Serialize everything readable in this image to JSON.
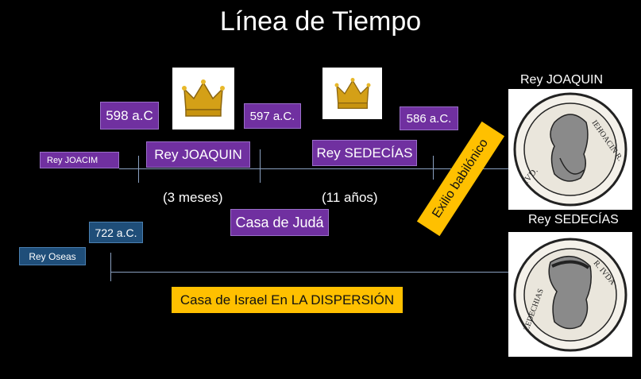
{
  "title": "Línea de Tiempo",
  "dates": {
    "d598": "598 a.C",
    "d597": "597 a.C.",
    "d586": "586 a.C.",
    "d722": "722 a.C."
  },
  "kings": {
    "joacim": "Rey JOACIM",
    "joaquin": "Rey JOAQUIN",
    "sedecias": "Rey SEDECÍAS",
    "oseas": "Rey  Oseas"
  },
  "durations": {
    "joaquin": "(3  meses)",
    "sedecias": "(11 años)"
  },
  "houses": {
    "juda": "Casa de Judá",
    "israel": "Casa de Israel En LA DISPERSIÓN"
  },
  "exile": "Exilio babilónico",
  "portraits": {
    "joaquin_label": "Rey JOAQUIN",
    "sedecias_label": "Rey SEDECÍAS",
    "joaquin_coin_text": "IVD.   IEHOACIN  R.",
    "sedecias_coin_text": "ZEDECHIAS   R. IVDA"
  },
  "colors": {
    "purple": "#7030a0",
    "blue": "#1f4e79",
    "orange": "#ffc000"
  }
}
